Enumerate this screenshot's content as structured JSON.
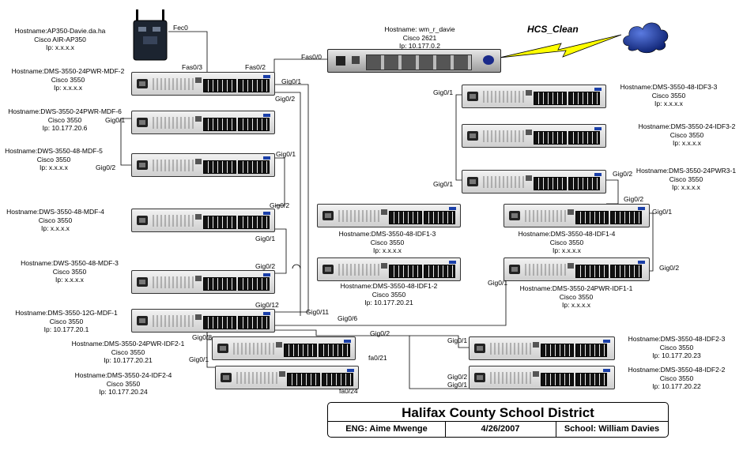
{
  "wan_label": "HCS_Clean",
  "router": {
    "hostname": "Hostname: wm_r_davie",
    "model": "Cisco 2621",
    "ip": "Ip: 10.177.0.2"
  },
  "access_point": {
    "hostname": "Hostname:AP350-Davie.da.ha",
    "model": "Cisco AIR-AP350",
    "ip": "Ip: x.x.x.x"
  },
  "devices": {
    "mdf2": {
      "hostname": "Hostname:DMS-3550-24PWR-MDF-2",
      "model": "Cisco 3550",
      "ip": "Ip: x.x.x.x"
    },
    "mdf6": {
      "hostname": "Hostname:DWS-3550-24PWR-MDF-6",
      "model": "Cisco 3550",
      "ip": "Ip: 10.177.20.6"
    },
    "mdf5": {
      "hostname": "Hostname:DWS-3550-48-MDF-5",
      "model": "Cisco 3550",
      "ip": "Ip: x.x.x.x"
    },
    "mdf4": {
      "hostname": "Hostname:DWS-3550-48-MDF-4",
      "model": "Cisco 3550",
      "ip": "Ip: x.x.x.x"
    },
    "mdf3": {
      "hostname": "Hostname:DWS-3550-48-MDF-3",
      "model": "Cisco 3550",
      "ip": "Ip: x.x.x.x"
    },
    "mdf1": {
      "hostname": "Hostname:DMS-3550-12G-MDF-1",
      "model": "Cisco 3550",
      "ip": "Ip: 10.177.20.1"
    },
    "idf2_1": {
      "hostname": "Hostname:DMS-3550-24PWR-IDF2-1",
      "model": "Cisco 3550",
      "ip": "Ip: 10.177.20.21"
    },
    "idf2_4": {
      "hostname": "Hostname:DMS-3550-24-IDF2-4",
      "model": "Cisco 3550",
      "ip": "Ip: 10.177.20.24"
    },
    "idf1_3": {
      "hostname": "Hostname:DMS-3550-48-IDF1-3",
      "model": "Cisco 3550",
      "ip": "Ip: x.x.x.x"
    },
    "idf1_2": {
      "hostname": "Hostname:DMS-3550-48-IDF1-2",
      "model": "Cisco 3550",
      "ip": "Ip: 10.177.20.21"
    },
    "idf1_4": {
      "hostname": "Hostname:DMS-3550-48-IDF1-4",
      "model": "Cisco 3550",
      "ip": "Ip: x.x.x.x"
    },
    "idf1_1": {
      "hostname": "Hostname:DMS-3550-24PWR-IDF1-1",
      "model": "Cisco 3550",
      "ip": "Ip: x.x.x.x"
    },
    "idf3_3": {
      "hostname": "Hostname:DMS-3550-48-IDF3-3",
      "model": "Cisco 3550",
      "ip": "Ip: x.x.x.x"
    },
    "idf3_2": {
      "hostname": "Hostname:DMS-3550-24-IDF3-2",
      "model": "Cisco 3550",
      "ip": "Ip: x.x.x.x"
    },
    "idf3_1": {
      "hostname": "Hostname:DMS-3550-24PWR3-1",
      "model": "Cisco 3550",
      "ip": "Ip: x.x.x.x"
    },
    "idf2_3": {
      "hostname": "Hostname:DMS-3550-48-IDF2-3",
      "model": "Cisco 3550",
      "ip": "Ip: 10.177.20.23"
    },
    "idf2_2": {
      "hostname": "Hostname:DMS-3550-48-IDF2-2",
      "model": "Cisco 3550",
      "ip": "Ip: 10.177.20.22"
    }
  },
  "ports": {
    "fec0": "Fec0",
    "fas03": "Fas0/3",
    "fas02": "Fas0/2",
    "fas00": "Fas0/0",
    "mdf2_gig01": "Gig0/1",
    "mdf2_gig02": "Gig0/2",
    "mdf6_gig01": "Gig0/1",
    "mdf5_gig02": "Gig0/2",
    "mdf5_gig01": "Gig0/1",
    "mdf4_gig02": "Gig0/2",
    "mdf4_gig01": "Gig0/1",
    "mdf3_gig02": "Gig0/2",
    "mdf1_gig012": "Gig0/12",
    "mdf1_gig011": "Gig0/11",
    "mdf1_gig06": "Gig0/6",
    "mdf1_gig02": "Gig0/2",
    "idf21_gig08": "Gig0/8",
    "idf21_gig01": "Gig0/1",
    "idf21_fa021": "fa0/21",
    "idf24_fa024": "fa0/24",
    "idf33_gig01": "Gig0/1",
    "idf31_gig01": "Gig0/1",
    "idf31_gig02": "Gig0/2",
    "idf14_gig02": "Gig0/2",
    "idf14_gig01": "Gig0/1",
    "idf11_gig02": "Gig0/2",
    "idf11_gig01": "Gig0/1",
    "idf23_gig01": "Gig0/1",
    "idf22_gig02": "Gig0/2",
    "idf22_gig01": "Gig0/1"
  },
  "title_block": {
    "title": "Halifax County School District",
    "engineer": "ENG: Aime Mwenge",
    "date": "4/26/2007",
    "school": "School: William Davies"
  },
  "colors": {
    "wan_bolt": "#ffff00",
    "cloud": "#1a3fa8",
    "brand_badge": "#1a3fa8"
  }
}
